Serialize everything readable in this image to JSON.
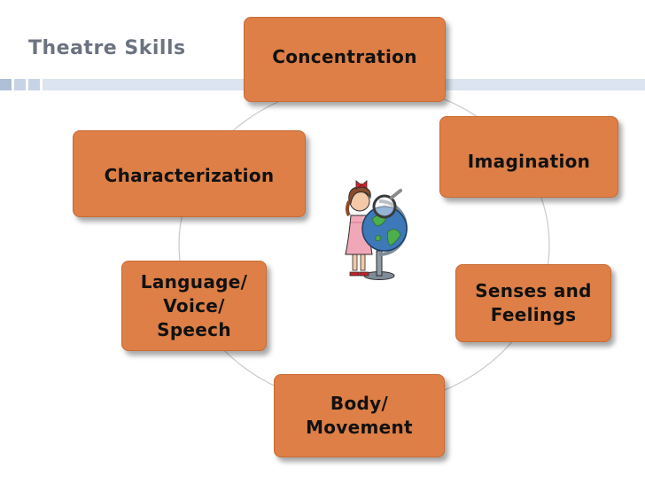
{
  "title": "Theatre Skills",
  "nodes": {
    "concentration": "Concentration",
    "imagination": "Imagination",
    "senses": "Senses and\nFeelings",
    "body": "Body/\nMovement",
    "language": "Language/\nVoice/\nSpeech",
    "characterization": "Characterization"
  },
  "colors": {
    "node_fill": "#dd7f46",
    "ring_line": "#c9c9c9",
    "title": "#6b7280",
    "ribbon": "#dbe4f0"
  },
  "icons": [
    "girl-with-globe-clipart"
  ]
}
